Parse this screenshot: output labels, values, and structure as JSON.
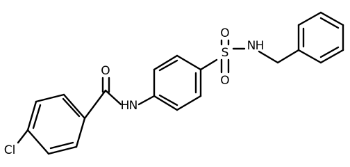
{
  "molecule": {
    "atoms": {
      "O1": "O",
      "H_NH": "H",
      "N1": "N",
      "O_S_top": "O",
      "O_S_bottom": "O",
      "S": "S",
      "N2H": "N",
      "H_N2": "H",
      "Cl": "Cl"
    },
    "line_color": "#000000",
    "background": "#ffffff"
  }
}
